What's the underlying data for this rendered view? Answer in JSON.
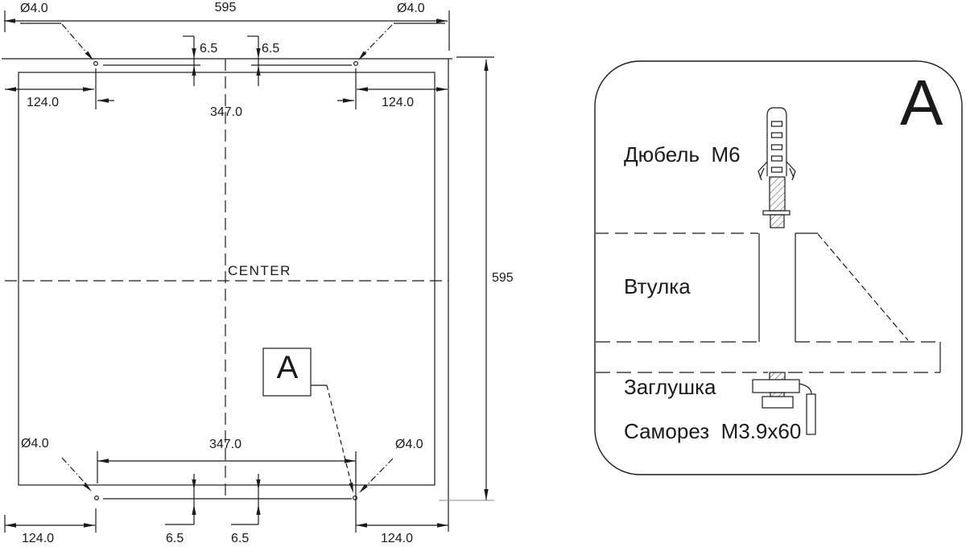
{
  "drawing": {
    "type": "mounting-template",
    "labels": {
      "dia_top_left": "Ø4.0",
      "width_top": "595",
      "dia_top_right": "Ø4.0",
      "offset_top_left": "6.5",
      "offset_top_right": "6.5",
      "edge_top_left": "124.0",
      "edge_top_right": "124.0",
      "span_top": "347.0",
      "center_marker": "CENTER",
      "height_right": "595",
      "detail_marker": "A",
      "span_bottom": "347.0",
      "dia_bottom_left": "Ø4.0",
      "dia_bottom_right": "Ø4.0",
      "edge_bottom_left": "124.0",
      "offset_bottom_left": "6.5",
      "offset_bottom_right": "6.5",
      "edge_bottom_right": "124.0"
    }
  },
  "detail": {
    "marker": "A",
    "parts": {
      "dowel": "Дюбель  М6",
      "sleeve": "Втулка",
      "cap": "Заглушка",
      "screw": "Саморез  М3.9x60"
    }
  }
}
